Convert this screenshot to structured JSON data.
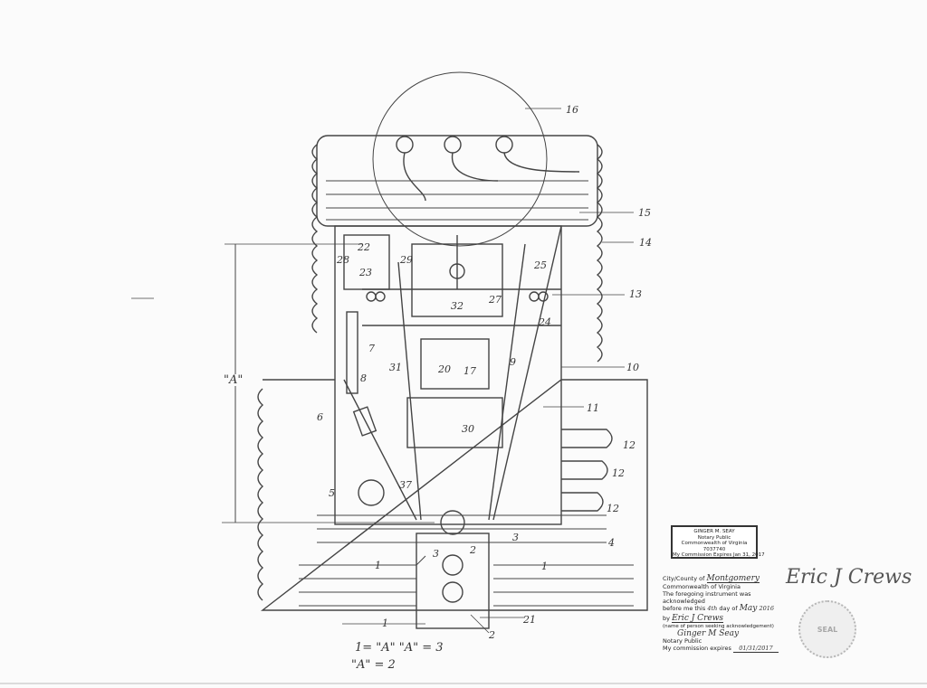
{
  "drawing": {
    "part_numbers": {
      "n16": "16",
      "n15": "15",
      "n14": "14",
      "n13": "13",
      "n10": "10",
      "n11": "11",
      "n12a": "12",
      "n12b": "12",
      "n12c": "12",
      "n7": "7",
      "n6": "6",
      "n5": "5",
      "n8": "8",
      "n9": "9",
      "n22": "22",
      "n23": "23",
      "n28": "28",
      "n29": "29",
      "n25": "25",
      "n32": "32",
      "n27": "27",
      "n24": "24",
      "n31": "31",
      "n20": "20",
      "n17": "17",
      "n30": "30",
      "n37": "37",
      "n4": "4",
      "n3a": "3",
      "n3b": "3",
      "n2a": "2",
      "n2b": "2",
      "n1a": "1",
      "n1b": "1",
      "n1c": "1",
      "n21": "21"
    },
    "dimension_a": "\"A\"",
    "ratio_line_1": "1= \"A\"   \"A\" = 3",
    "ratio_line_2": "\"A\" = 2"
  },
  "notary_stamp": {
    "name": "GINGER M. SEAY",
    "title": "Notary Public",
    "state": "Commonwealth of Virginia",
    "reg_no": "7037740",
    "expires": "My Commission Expires Jan 31, 2017"
  },
  "acknowledgement": {
    "county_prefix": "City/County of",
    "county": "Montgomery",
    "commonwealth": "Commonwealth of Virginia",
    "line1": "The foregoing instrument was acknowledged",
    "line2_prefix": "before me this",
    "day": "4th",
    "day_of": "day of",
    "month": "May",
    "year": "2016",
    "by": "by",
    "person": "Eric J Crews",
    "person_caption": "(name of person seeking acknowledgement)",
    "notary_sig": "Ginger M Seay",
    "notary_label": "Notary Public",
    "commission_label": "My commission expires",
    "commission_date": "01/31/2017"
  },
  "signature": "Eric J Crews",
  "seal_text": "SEAL"
}
